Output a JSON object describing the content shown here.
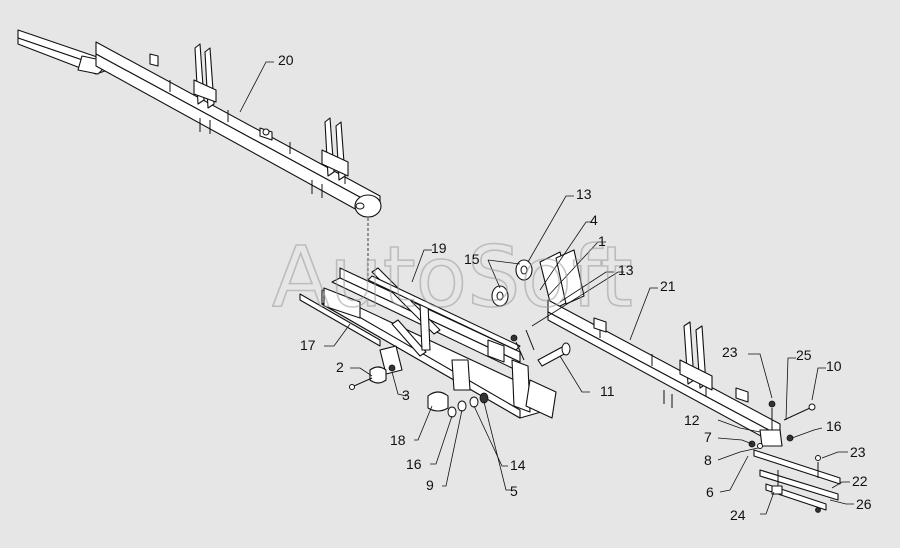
{
  "watermark": "AutoSoft",
  "callouts": [
    "1",
    "2",
    "3",
    "4",
    "5",
    "6",
    "7",
    "8",
    "9",
    "10",
    "11",
    "12",
    "13",
    "13",
    "14",
    "15",
    "16",
    "16",
    "17",
    "18",
    "19",
    "20",
    "21",
    "22",
    "23",
    "23",
    "24",
    "25",
    "26"
  ]
}
